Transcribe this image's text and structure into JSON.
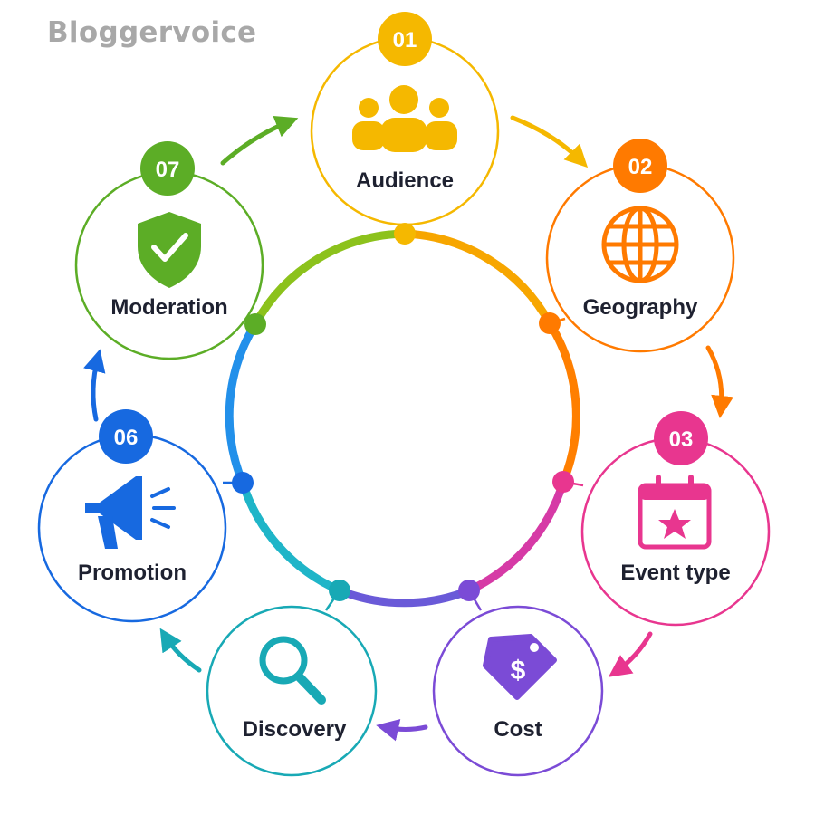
{
  "brand": "Bloggervoice",
  "steps": [
    {
      "number": "01",
      "label": "Audience",
      "color": "#f5b800",
      "icon": "people-group-icon"
    },
    {
      "number": "02",
      "label": "Geography",
      "color": "#ff7a00",
      "icon": "globe-icon"
    },
    {
      "number": "03",
      "label": "Event type",
      "color": "#e8368f",
      "icon": "calendar-star-icon"
    },
    {
      "number": "",
      "label": "Cost",
      "color": "#7b4bd6",
      "icon": "price-tag-dollar-icon"
    },
    {
      "number": "",
      "label": "Discovery",
      "color": "#18a9b5",
      "icon": "magnifier-icon"
    },
    {
      "number": "06",
      "label": "Promotion",
      "color": "#1769e0",
      "icon": "megaphone-icon"
    },
    {
      "number": "07",
      "label": "Moderation",
      "color": "#5cad26",
      "icon": "shield-check-icon"
    }
  ]
}
